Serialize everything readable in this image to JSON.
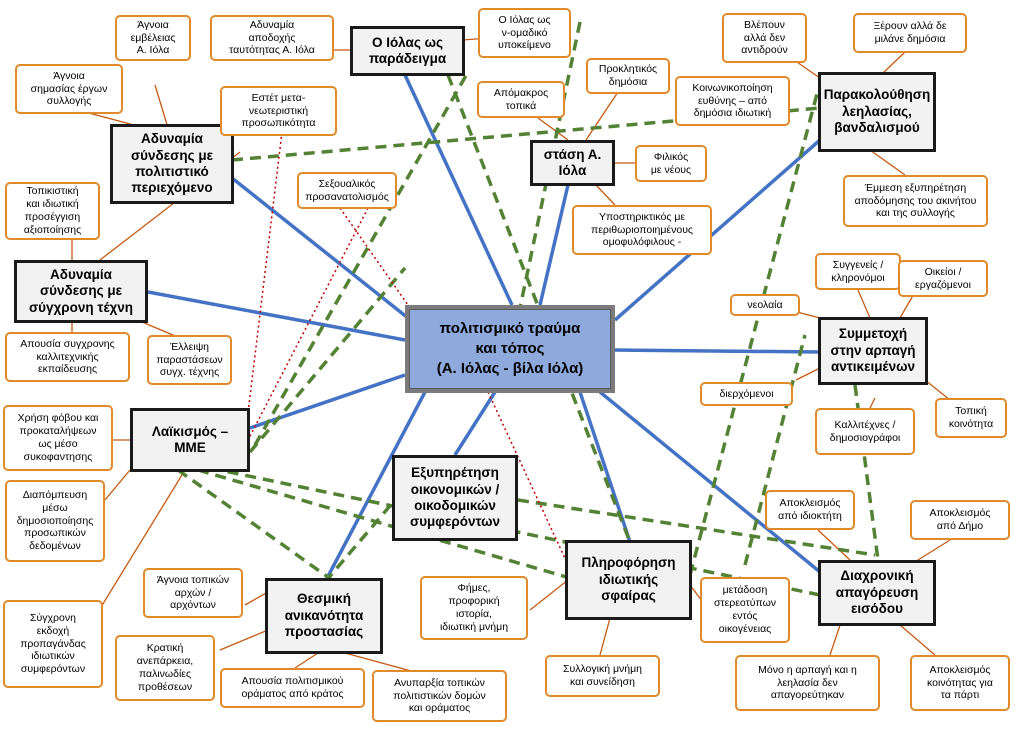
{
  "colors": {
    "blue": "#4472c4",
    "green": "#548235",
    "orange": "#c55a11",
    "red": "#c00000"
  },
  "center": "πολιτισμικό τραύμα\nκαι τόπος\n(Α. Ιόλας - βίλα Ιόλα)",
  "main": {
    "iolas_example": "Ο Ιόλας ως\nπαράδειγμα",
    "cultural_content": "Αδυναμία\nσύνδεσης με\nπολιτιστικό\nπεριεχόμενο",
    "attitude": "στάση Α.\nΙόλα",
    "monitoring": "Παρακολούθηση\nλεηλασίας,\nβανδαλισμού",
    "contemporary_art": "Αδυναμία\nσύνδεσης με\nσύγχρονη τέχνη",
    "participation": "Συμμετοχή\nστην αρπαγή\nαντικειμένων",
    "populism": "Λαϊκισμός –\nΜΜΕ",
    "economic": "Εξυπηρέτηση\nοικονομικών /\nοικοδομικών\nσυμφερόντων",
    "private_info": "Πληροφόρηση\nιδιωτικής\nσφαίρας",
    "prohibition": "Διαχρονική\nαπαγόρευση\nεισόδου",
    "institutional": "Θεσμική\nανικανότητα\nπροστασίας"
  },
  "sub": {
    "ignorance_scope": "Άγνοια\nεμβέλειας\nΑ. Ιόλα",
    "identity_acceptance": "Αδυναμία\nαποδοχής\nταυτότητας Α. Ιόλα",
    "v_group": "Ο Ιόλας ως\nν-ομαδικό\nυποκείμενο",
    "ignorance_collection": "Άγνοια\nσημασίας έργων\nσυλλογής",
    "aesthete": "Εστέτ μετα-\nνεωτεριστική\nπροσωπικότητα",
    "provocative": "Προκλητικός\nδημόσια",
    "distant": "Απόμακρος\nτοπικά",
    "communication": "Κοινωνικοποίηση\nευθύνης – από\nδημόσια ιδιωτική",
    "see_no_react": "Βλέπουν\nαλλά δεν\nαντιδρούν",
    "know_not_speak": "Ξέρουν αλλά δε\nμιλάνε δημόσια",
    "sexual_orientation": "Σεξουαλικός\nπροσανατολισμός",
    "friendly_youth": "Φιλικός\nμε νέους",
    "local_private": "Τοπικιστική\nκαι ιδιωτική\nπροσέγγιση\nαξιοποίησης",
    "supportive": "Υποστηρικτικός με\nπεριθωριοποιημένους\nομοφυλόφιλους -",
    "indirect_service": "Έμμεση εξυπηρέτηση\nαποδόμησης του ακινήτου\nκαι της συλλογής",
    "relatives": "Συγγενείς /\nκληρονόμοι",
    "household": "Οικείοι /\nεργαζόμενοι",
    "youth": "νεολαία",
    "no_art_education": "Απουσία συγχρονης\nκαλλιτεχνικής\nεκπαίδευσης",
    "lack_performances": "Έλλειψη\nπαραστάσεων\nσυγχ. τέχνης",
    "passersby": "διερχόμενοι",
    "local_community": "Τοπική\nκοινότητα",
    "fear_prejudice": "Χρήση φόβου και\nπροκαταλήψεων\nως μέσο\nσυκοφαντησης",
    "artists_journalists": "Καλλιτέχνες /\nδημοσιογράφοι",
    "personal_data": "Διαπόμπευση\nμέσω\nδημοσιοποίησης\nπροσωπικών\nδεδομένων",
    "owner_exclusion": "Αποκλεισμός\nαπό ιδιοκτήτη",
    "municipality_exclusion": "Αποκλεισμός\nαπό Δήμο",
    "ignorance_authorities": "Άγνοια τοπικών\nαρχών /\nαρχόντων",
    "rumors": "Φήμες,\nπροφορική\nιστορία,\nιδιωτική μνήμη",
    "stereotypes": "μετάδοση\nστερεοτύπων\nεντός\nοικογένειας",
    "propaganda": "Σύγχρονη\nεκδοχή\nπροπαγάνδας\nιδιωτικών\nσυμφερόντων",
    "state_inadequacy": "Κρατική\nανεπάρκεια,\nπαλινωδίες\nπροθέσεων",
    "no_vision": "Απουσία πολιτισμικού\nοράματος από κράτος",
    "no_local_structures": "Ανυπαρξία τοπικών\nπολιτιστικών δομών\nκαι οράματος",
    "collective_memory": "Συλλογική μνήμη\nκαι συνείδηση",
    "only_looting": "Μόνο η αρπαγή και η\nλεηλασία δεν\nαπαγορεύτηκαν",
    "community_exclusion": "Αποκλεισμός\nκοινότητας για\nτα πάρτι"
  }
}
